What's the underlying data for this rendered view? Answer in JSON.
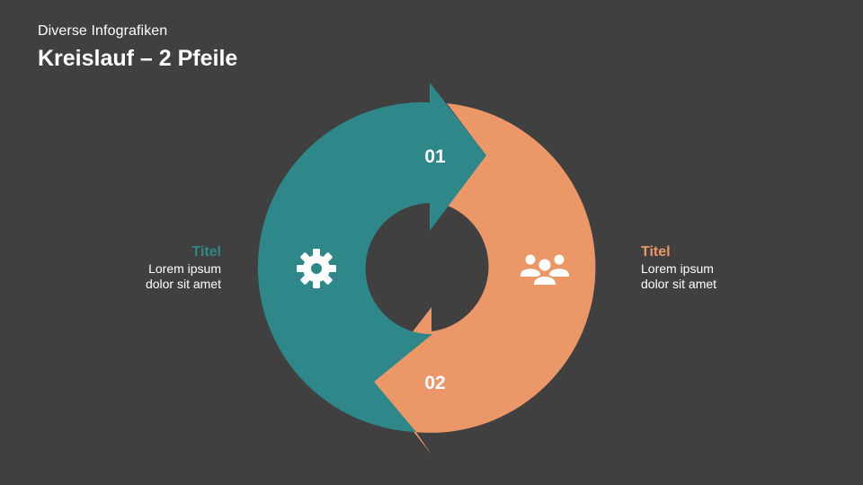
{
  "slide": {
    "subtitle": "Diverse Infografiken",
    "title": "Kreislauf – 2 Pfeile"
  },
  "colors": {
    "background": "#404040",
    "teal": "#2e888a",
    "orange": "#eb9768",
    "text": "#ffffff"
  },
  "cycle": {
    "steps": [
      {
        "number": "01",
        "icon": "gear-icon",
        "color": "#2e888a"
      },
      {
        "number": "02",
        "icon": "people-group-icon",
        "color": "#eb9768"
      }
    ]
  },
  "left_text": {
    "heading": "Titel",
    "line1": "Lorem ipsum",
    "line2": "dolor sit amet",
    "heading_color": "#2e888a"
  },
  "right_text": {
    "heading": "Titel",
    "line1": "Lorem ipsum",
    "line2": "dolor sit amet",
    "heading_color": "#eb9768"
  }
}
